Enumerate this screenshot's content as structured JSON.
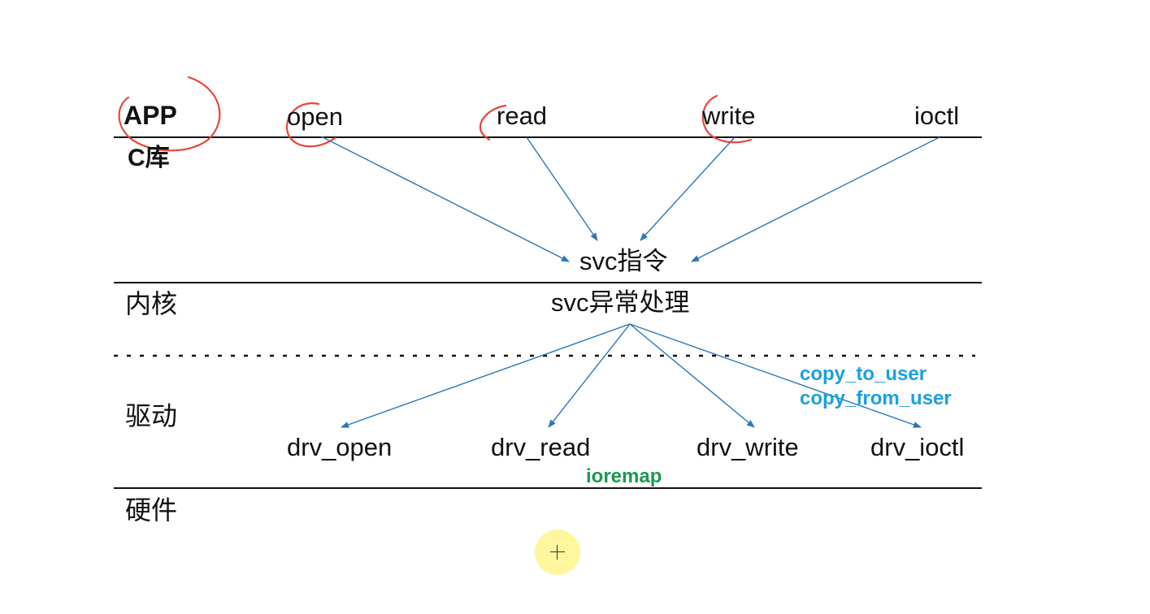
{
  "layers": {
    "app": "APP",
    "clib": "C库",
    "kernel": "内核",
    "driver": "驱动",
    "hardware": "硬件"
  },
  "app_calls": {
    "open": "open",
    "read": "read",
    "write": "write",
    "ioctl": "ioctl"
  },
  "svc": {
    "instruction": "svc指令",
    "exception": "svc异常处理"
  },
  "drivers": {
    "open": "drv_open",
    "read": "drv_read",
    "write": "drv_write",
    "ioctl": "drv_ioctl"
  },
  "notes": {
    "copy_to_user": "copy_to_user",
    "copy_from_user": "copy_from_user",
    "ioremap": "ioremap"
  },
  "colors": {
    "arrow": "#2e75b6",
    "annotation_circle": "#e8443a",
    "note_blue": "#1aa0e0",
    "note_green": "#1b9a4e",
    "cursor_highlight": "#fff48c"
  }
}
